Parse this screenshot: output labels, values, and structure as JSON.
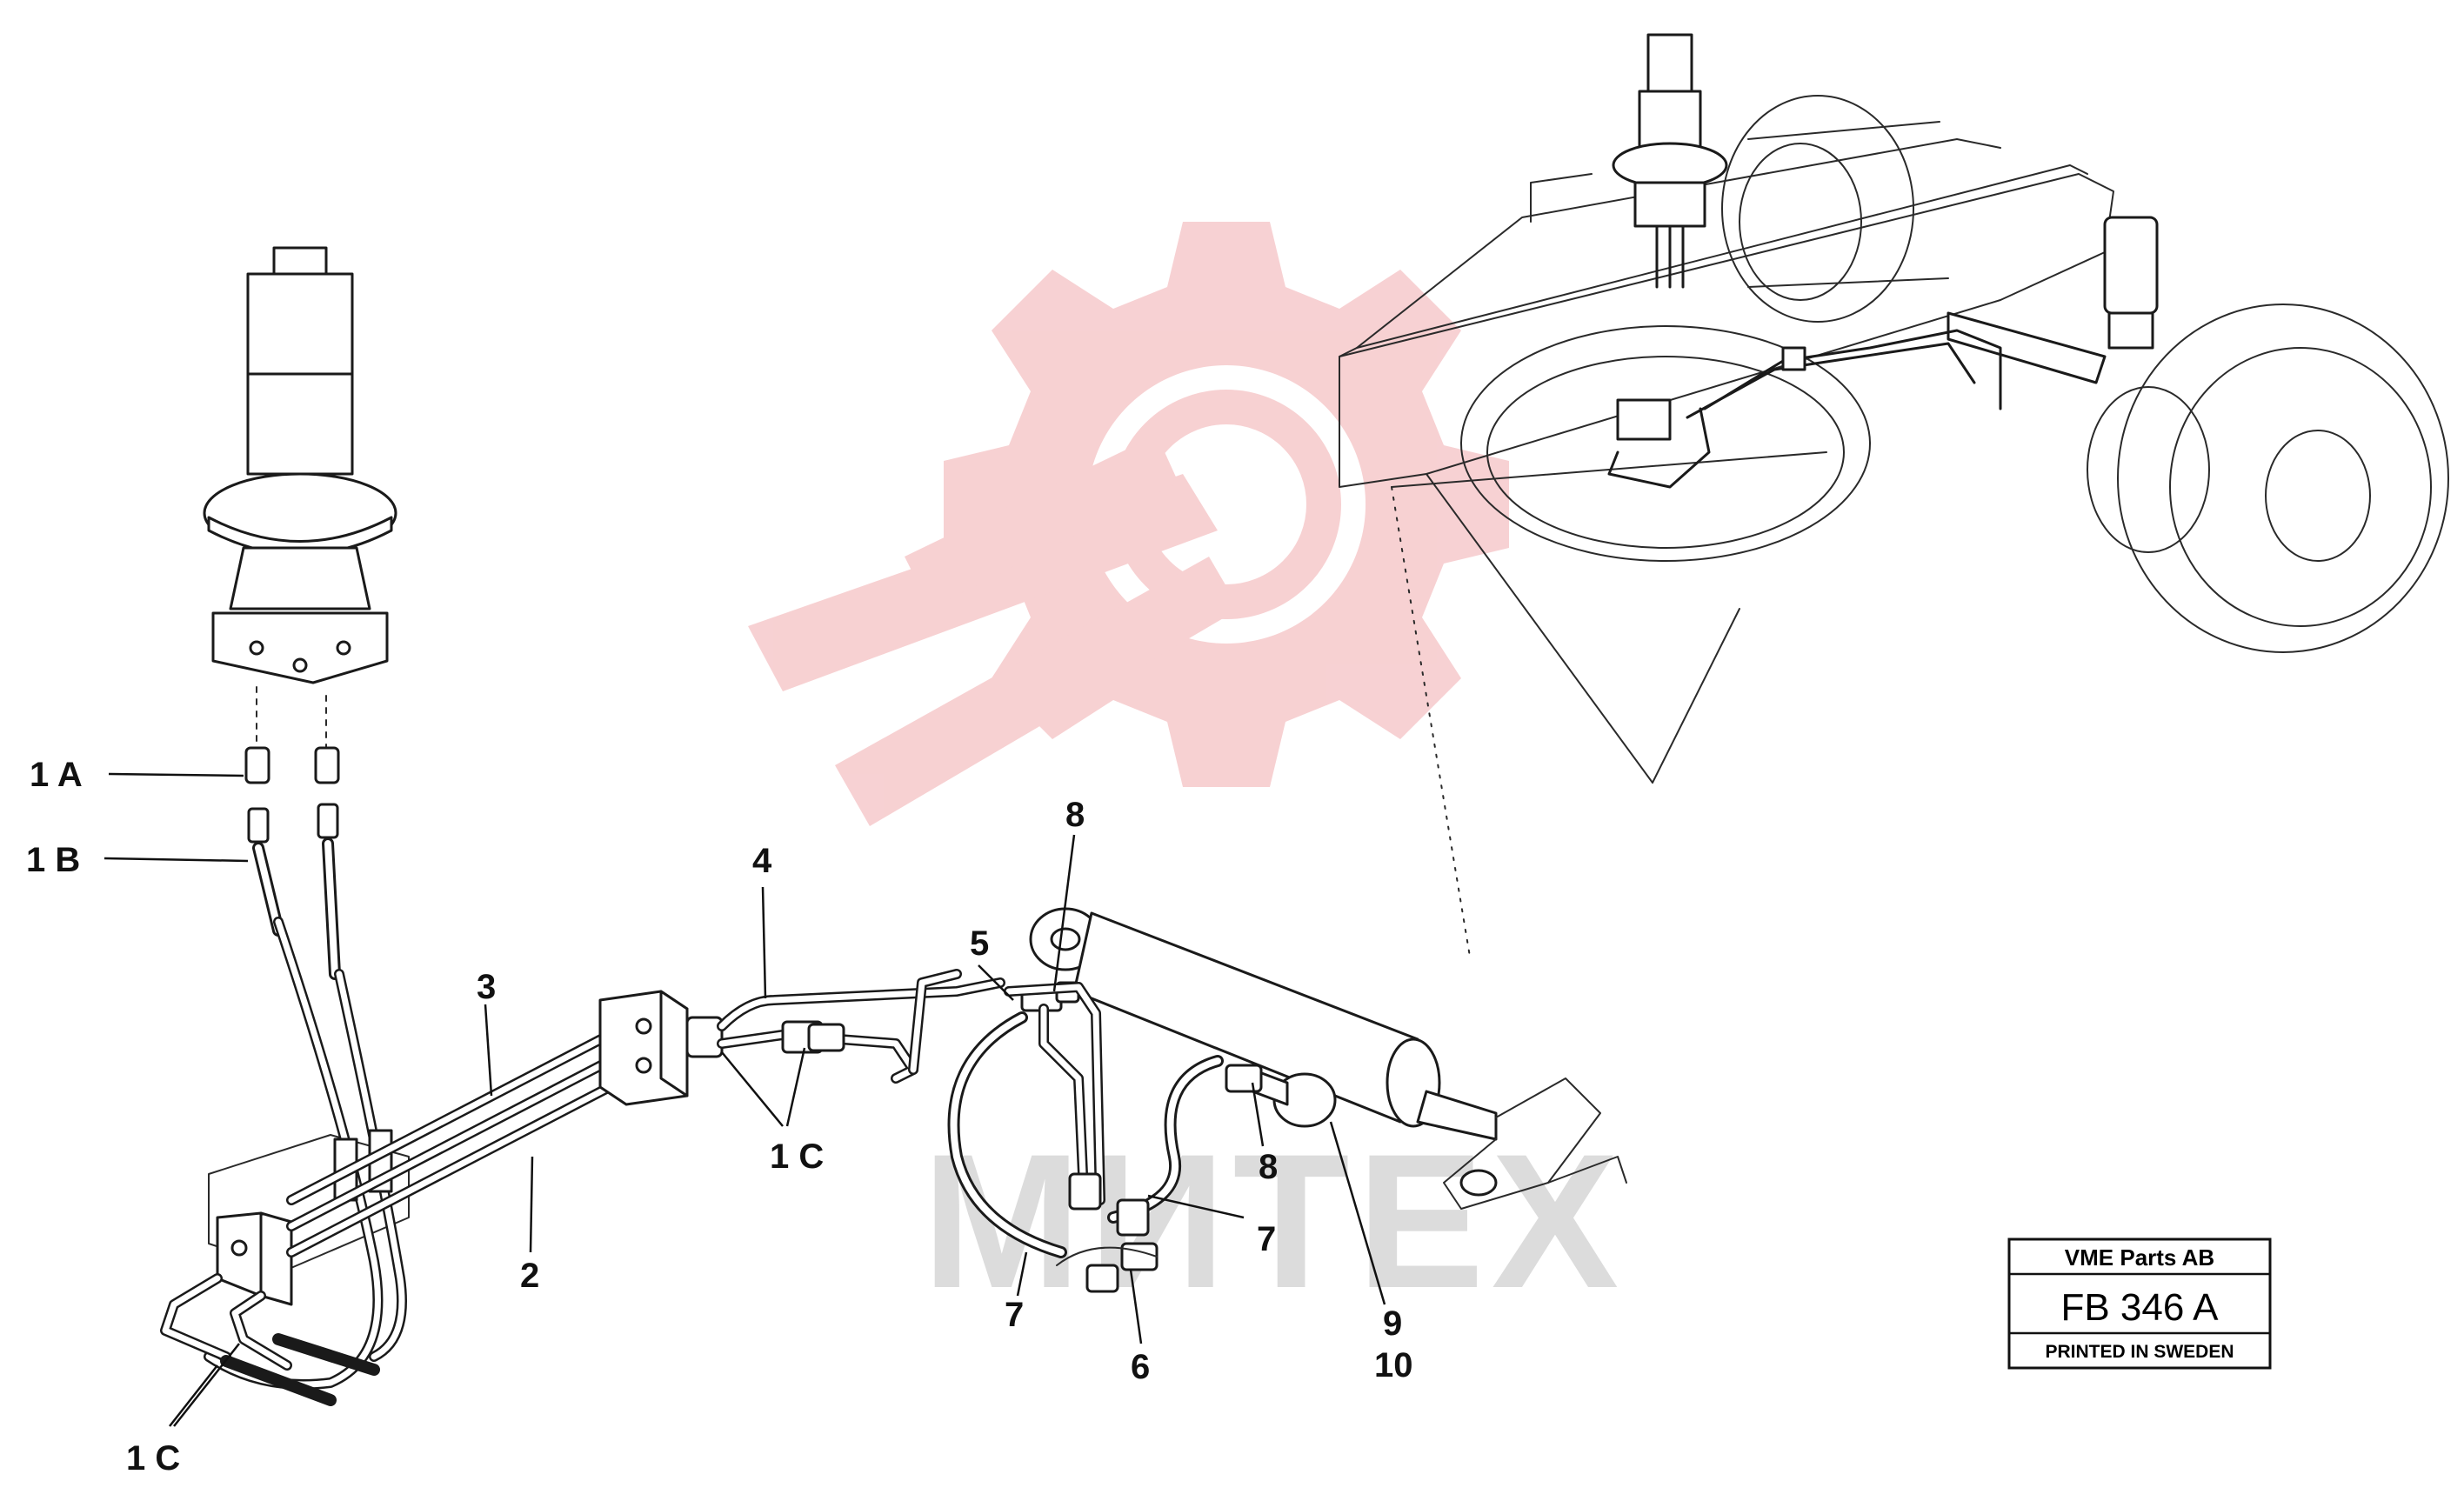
{
  "callouts": {
    "c_1a": "1 A",
    "c_1b": "1 B",
    "c_1c_left": "1 C",
    "c_1c_mid": "1 C",
    "c_2": "2",
    "c_3": "3",
    "c_4": "4",
    "c_5": "5",
    "c_6": "6",
    "c_7_left": "7",
    "c_7_right": "7",
    "c_8_top": "8",
    "c_8_low": "8",
    "c_9": "9",
    "c_10": "10"
  },
  "title_block": {
    "company": "VME Parts AB",
    "drawing_code": "FB 346 A",
    "footer": "PRINTED IN SWEDEN"
  },
  "watermark": {
    "text": "МИТЕХ",
    "color": "#f6c9cb",
    "text_color": "#dcdcdc"
  },
  "colors": {
    "ink": "#1a1a1a"
  }
}
